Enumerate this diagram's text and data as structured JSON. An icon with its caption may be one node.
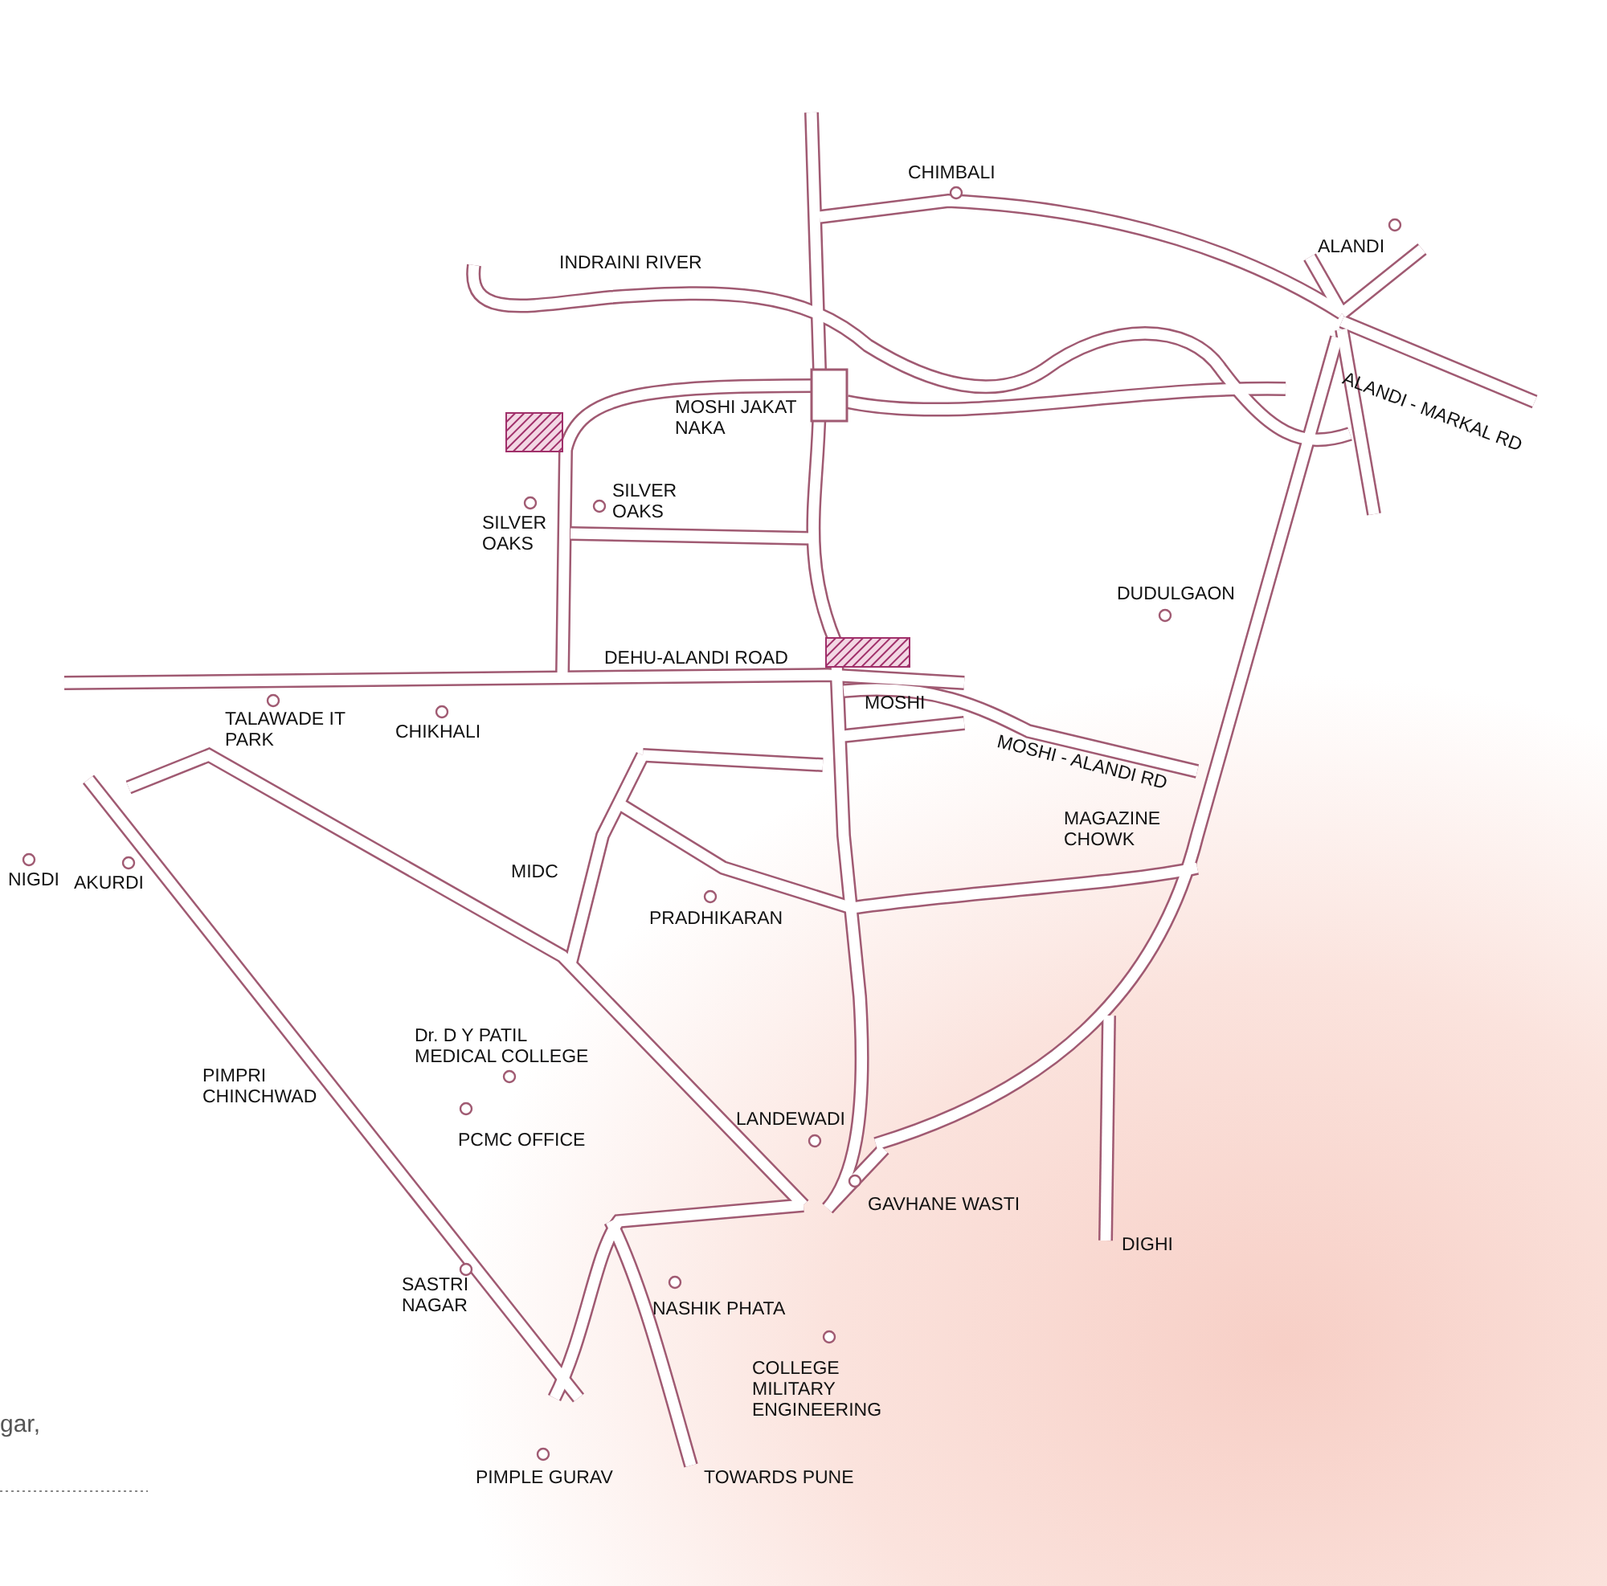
{
  "diagram": {
    "labels": [
      "CHIMBALI",
      "ALANDI",
      "INDRAINI RIVER",
      "ALANDI - MARKAL RD",
      "MOSHI JAKAT NAKA",
      "SILVER OAKS",
      "SILVER OAKS",
      "DUDULGAON",
      "DEHU-ALANDI ROAD",
      "MOSHI",
      "MOSHI - ALANDI RD",
      "TALAWADE IT PARK",
      "CHIKHALI",
      "MAGAZINE CHOWK",
      "NIGDI",
      "AKURDI",
      "MIDC",
      "PRADHIKARAN",
      "Dr. D Y PATIL MEDICAL COLLEGE",
      "PIMPRI CHINCHWAD",
      "PCMC OFFICE",
      "LANDEWADI",
      "GAVHANE WASTI",
      "DIGHI",
      "SASTRI NAGAR",
      "NASHIK PHATA",
      "COLLEGE MILITARY ENGINEERING",
      "gar,",
      "PIMPLE GURAV",
      "TOWARDS PUNE"
    ]
  }
}
